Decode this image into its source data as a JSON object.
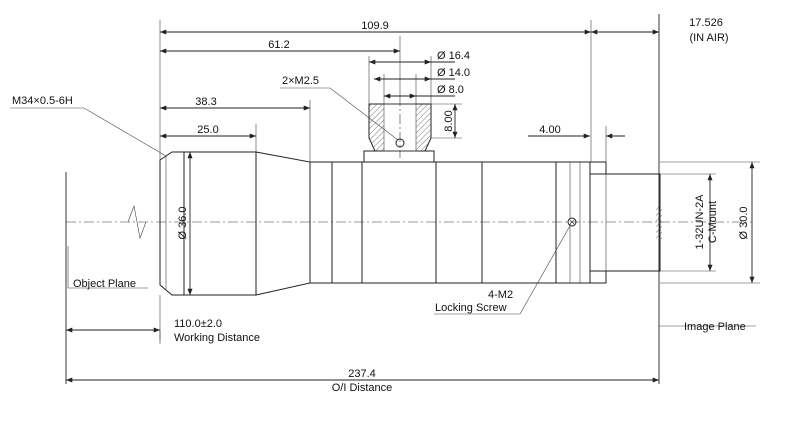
{
  "dimensions": {
    "overall_length": "109.9",
    "back_focus": "17.526",
    "back_focus_note": "(IN AIR)",
    "to_screw": "61.2",
    "thread_callout": "M34×0.5-6H",
    "screw_spec": "2×M2.5",
    "collar_dia_outer": "Ø 16.4",
    "collar_dia_mid": "Ø 14.0",
    "collar_dia_inner": "Ø 8.0",
    "collar_height": "8.00",
    "front_length_1": "38.3",
    "front_length_2": "25.0",
    "rear_offset": "4.00",
    "front_diameter": "Ø 36.0",
    "rear_diameter": "Ø 30.0",
    "mount_thread": "1-32UN-2A",
    "mount_type": "C-Mount",
    "working_distance_value": "110.0±2.0",
    "working_distance_label": "Working Distance",
    "oi_distance_value": "237.4",
    "oi_distance_label": "O/I Distance"
  },
  "labels": {
    "object_plane": "Object Plane",
    "image_plane": "Image Plane",
    "locking_screw_count": "4-M2",
    "locking_screw": "Locking Screw"
  }
}
